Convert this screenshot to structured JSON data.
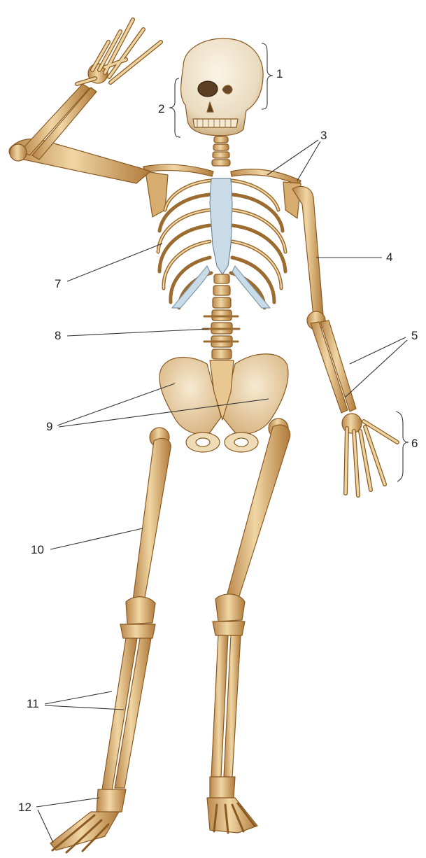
{
  "labels": {
    "l1": "1",
    "l2": "2",
    "l3": "3",
    "l4": "4",
    "l5": "5",
    "l6": "6",
    "l7": "7",
    "l8": "8",
    "l9": "9",
    "l10": "10",
    "l11": "11",
    "l12": "12"
  },
  "colors": {
    "bone": "#e6c68f",
    "bone_shade": "#b98a4a",
    "bone_outline": "#8a5a22",
    "sternum": "#c9dbe6",
    "skull": "#f1e6d0",
    "leader": "#333333"
  }
}
